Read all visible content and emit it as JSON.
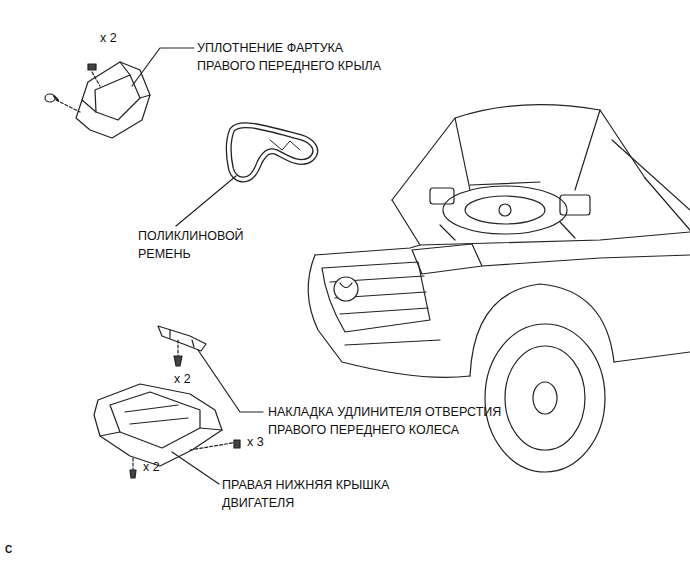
{
  "diagram": {
    "labels": [
      "x 2",
      "УПЛОТНЕНИЕ ФАРТУКА ПРАВОГО ПЕРЕДНЕГО КРЫЛА",
      "ПОЛИКЛИНОВОЙ РЕМЕНЬ",
      "x 2",
      "НАКЛАДКА УДЛИНИТЕЛЯ ОТВЕРСТИЯ ПРАВОГО ПЕРЕДНЕГО КОЛЕСА",
      "x 3",
      "x 2",
      "ПРАВАЯ НИЖНЯЯ КРЫШКА ДВИГАТЕЛЯ",
      "C"
    ]
  }
}
